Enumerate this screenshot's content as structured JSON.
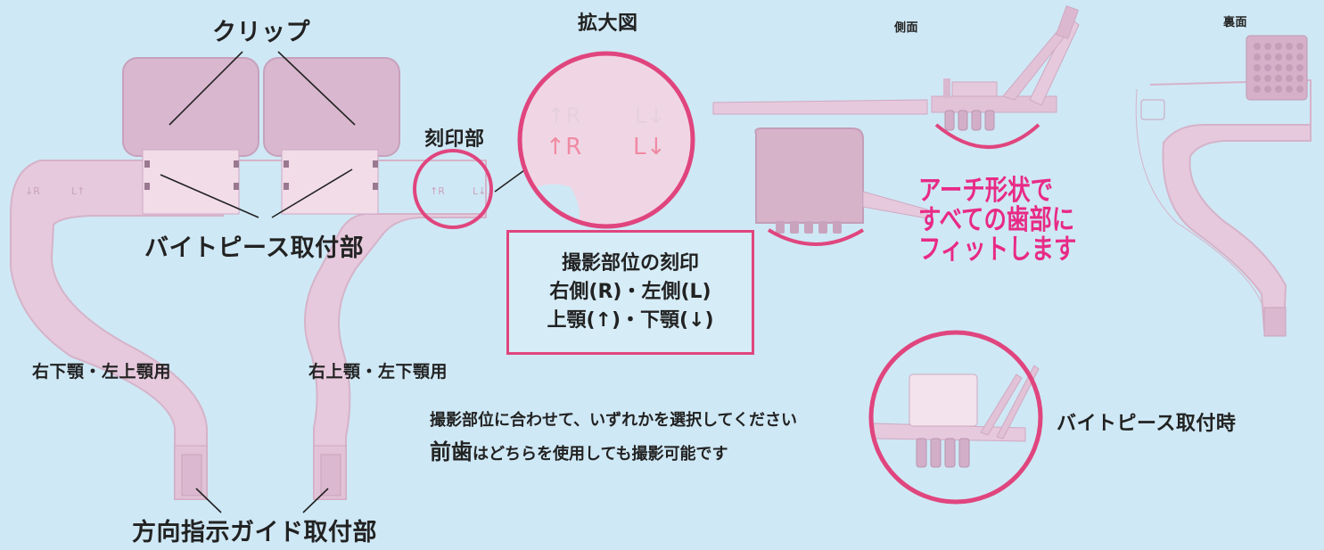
{
  "labels": {
    "clip": "クリップ",
    "zoom": "拡大図",
    "side": "側面",
    "back": "裏面",
    "stamp_part": "刻印部",
    "bitepiece_mount": "バイトピース取付部",
    "left_holder_use": "右下顎・左上顎用",
    "right_holder_use": "右上顎・左下顎用",
    "guide_mount": "方向指示ガイド取付部",
    "bitepiece_attached": "バイトピース取付時"
  },
  "marking_box": {
    "line1": "撮影部位の刻印",
    "line2": "右側(R)・左側(L)",
    "line3": "上顎(↑)・下顎(↓)"
  },
  "zoom_marks": {
    "faint_left": "↑R",
    "faint_right": "L↓",
    "red_left": "↑R",
    "red_right": "L↓"
  },
  "arch_callout": {
    "line1": "アーチ形状で",
    "line2": "すべての歯部に",
    "line3": "フィットします"
  },
  "note": {
    "p1": "撮影部位に合わせて、いずれかを選択してください",
    "p2_emphasis": "前歯",
    "p2_rest": "はどちらを使用しても撮影可能です"
  },
  "colors": {
    "background": "#cfe8f5",
    "accent_pink": "#e0457e",
    "arch_text": "#e82a86",
    "part_plastic": "#e6c9dc",
    "part_shadow": "#c9a9c2"
  }
}
